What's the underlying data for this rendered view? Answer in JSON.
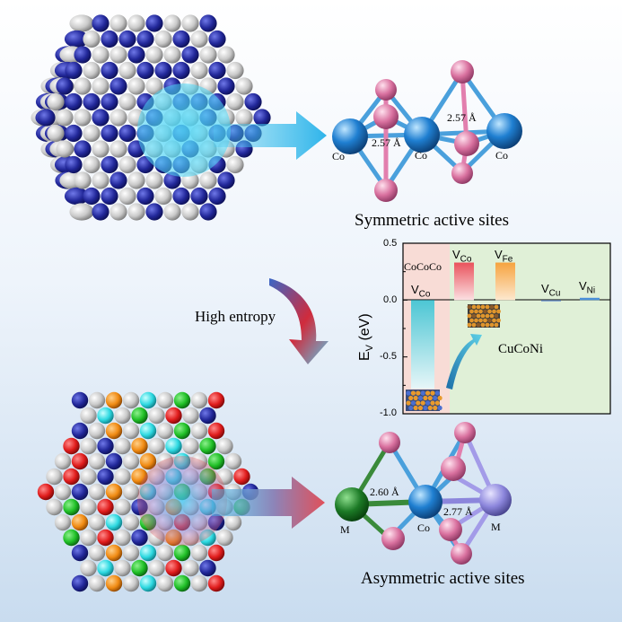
{
  "top": {
    "caption": "Symmetric active sites",
    "atoms": [
      "Co",
      "Co",
      "Co"
    ],
    "distances": [
      "2.57 Å",
      "2.57 Å"
    ]
  },
  "middle": {
    "arrow_label": "High entropy"
  },
  "bottom": {
    "caption": "Asymmetric active sites",
    "atoms": [
      "M",
      "Co",
      "M"
    ],
    "distances": [
      "2.60 Å",
      "2.77 Å"
    ]
  },
  "chart_data": {
    "type": "bar",
    "ylabel": "E_V (eV)",
    "ylim": [
      -1.0,
      0.5
    ],
    "yticks": [
      "0.5",
      "0.0",
      "-0.5",
      "-1.0"
    ],
    "categories": [
      "V_Co",
      "V_Co",
      "V_Fe",
      "V_Cu",
      "V_Ni"
    ],
    "values": [
      -0.78,
      0.33,
      0.33,
      0.0,
      0.02
    ],
    "region_labels": [
      "CoCoCo",
      "CuCoNi"
    ],
    "colors": {
      "cococo_bg": "#f8dcd6",
      "cuconi_bg": "#e0f0d7",
      "v_co_neg": "#5fc6d4",
      "v_co_pos": "#e9525c",
      "v_fe": "#f6a33f",
      "v_ni": "#4a90d9"
    }
  },
  "colors": {
    "co_atom": "#1f7fd1",
    "pink_atom": "#d9719f",
    "m_green": "#1c7a26",
    "m_purple": "#8c86dc",
    "arrow_cyan": "#4cc8ee",
    "arrow_red": "#e0505a"
  }
}
